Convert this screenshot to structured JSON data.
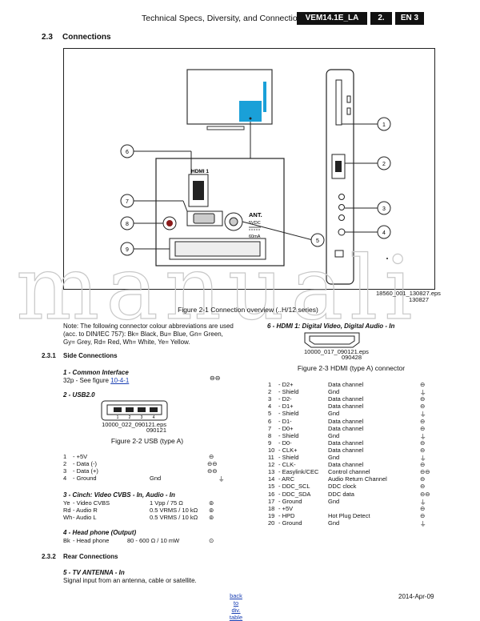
{
  "header": {
    "title": "Technical Specs, Diversity, and Connections",
    "model": "VEM14.1E_LA",
    "chapter": "2.",
    "page": "EN 3"
  },
  "section": {
    "number": "2.3",
    "title": "Connections"
  },
  "figure1": {
    "hdmi_label": "HDMI 1",
    "ant_label": "ANT.",
    "ant_spec1": "5VDC",
    "ant_spec2": "60mA",
    "callouts": [
      "1",
      "2",
      "3",
      "4",
      "5",
      "6",
      "7",
      "8",
      "9"
    ],
    "file_id": "18560_001_130827.eps",
    "file_date": "130827",
    "caption": "Figure 2-1 Connection overview (..H/12 series)"
  },
  "note": {
    "line1": "Note: The following connector colour abbreviations are used",
    "line2": "(acc. to DIN/IEC 757): Bk= Black, Bu= Blue, Gn= Green,",
    "line3": "Gy= Grey, Rd= Red, Wh= White, Ye= Yellow."
  },
  "side": {
    "number": "2.3.1",
    "title": "Side Connections",
    "ci_title": "1 - Common Interface",
    "ci_text": "32p - See figure",
    "ci_link": "10-4-1",
    "usb_title": "2 - USB2.0",
    "usb_pins": [
      "1",
      "2",
      "3",
      "4"
    ],
    "usb_file": "10000_022_090121.eps",
    "usb_date": "090121",
    "usb_caption": "Figure 2-2  USB (type A)",
    "usb_table": [
      {
        "pin": "1",
        "name": "- +5V",
        "type": ""
      },
      {
        "pin": "2",
        "name": "- Data (-)",
        "type": ""
      },
      {
        "pin": "3",
        "name": "- Data (+)",
        "type": ""
      },
      {
        "pin": "4",
        "name": "- Ground",
        "type": "Gnd"
      }
    ],
    "cinch_title": "3 - Cinch: Video CVBS - In, Audio - In",
    "cinch_table": [
      {
        "col": "Ye",
        "name": "- Video CVBS",
        "spec": "1 Vpp / 75 Ω"
      },
      {
        "col": "Rd",
        "name": "- Audio R",
        "spec": "0.5 VRMS / 10 kΩ"
      },
      {
        "col": "Wh",
        "name": "- Audio L",
        "spec": "0.5 VRMS / 10 kΩ"
      }
    ],
    "hp_title": "4 - Head phone (Output)",
    "hp_row": {
      "col": "Bk",
      "name": "- Head phone",
      "spec": "80 - 600 Ω / 10 mW"
    }
  },
  "rear": {
    "number": "2.3.2",
    "title": "Rear Connections",
    "ant_title": "5 - TV ANTENNA - In",
    "ant_text": "Signal input from an antenna, cable or satellite."
  },
  "hdmi": {
    "title": "6 - HDMI 1: Digital Video, Digital Audio - In",
    "file": "10000_017_090121.eps",
    "date": "090428",
    "caption": "Figure 2-3 HDMI (type A) connector",
    "pins": [
      {
        "pin": "1",
        "name": "- D2+",
        "desc": "Data channel"
      },
      {
        "pin": "2",
        "name": "- Shield",
        "desc": "Gnd"
      },
      {
        "pin": "3",
        "name": "- D2-",
        "desc": "Data channel"
      },
      {
        "pin": "4",
        "name": "- D1+",
        "desc": "Data channel"
      },
      {
        "pin": "5",
        "name": "- Shield",
        "desc": "Gnd"
      },
      {
        "pin": "6",
        "name": "- D1-",
        "desc": "Data channel"
      },
      {
        "pin": "7",
        "name": "- D0+",
        "desc": "Data channel"
      },
      {
        "pin": "8",
        "name": "- Shield",
        "desc": "Gnd"
      },
      {
        "pin": "9",
        "name": "- D0-",
        "desc": "Data channel"
      },
      {
        "pin": "10",
        "name": "- CLK+",
        "desc": "Data channel"
      },
      {
        "pin": "11",
        "name": "- Shield",
        "desc": "Gnd"
      },
      {
        "pin": "12",
        "name": "- CLK-",
        "desc": "Data channel"
      },
      {
        "pin": "13",
        "name": "- Easylink/CEC",
        "desc": "Control channel"
      },
      {
        "pin": "14",
        "name": "- ARC",
        "desc": "Audio Return Channel"
      },
      {
        "pin": "15",
        "name": "- DDC_SCL",
        "desc": "DDC clock"
      },
      {
        "pin": "16",
        "name": "- DDC_SDA",
        "desc": "DDC data"
      },
      {
        "pin": "17",
        "name": "- Ground",
        "desc": "Gnd"
      },
      {
        "pin": "18",
        "name": "- +5V",
        "desc": ""
      },
      {
        "pin": "19",
        "name": "- HPD",
        "desc": "Hot Plug Detect"
      },
      {
        "pin": "20",
        "name": "- Ground",
        "desc": "Gnd"
      }
    ]
  },
  "footer": {
    "back_line1": "back to",
    "back_line2": "div. table",
    "date": "2014-Apr-09"
  },
  "watermark": "manuali"
}
